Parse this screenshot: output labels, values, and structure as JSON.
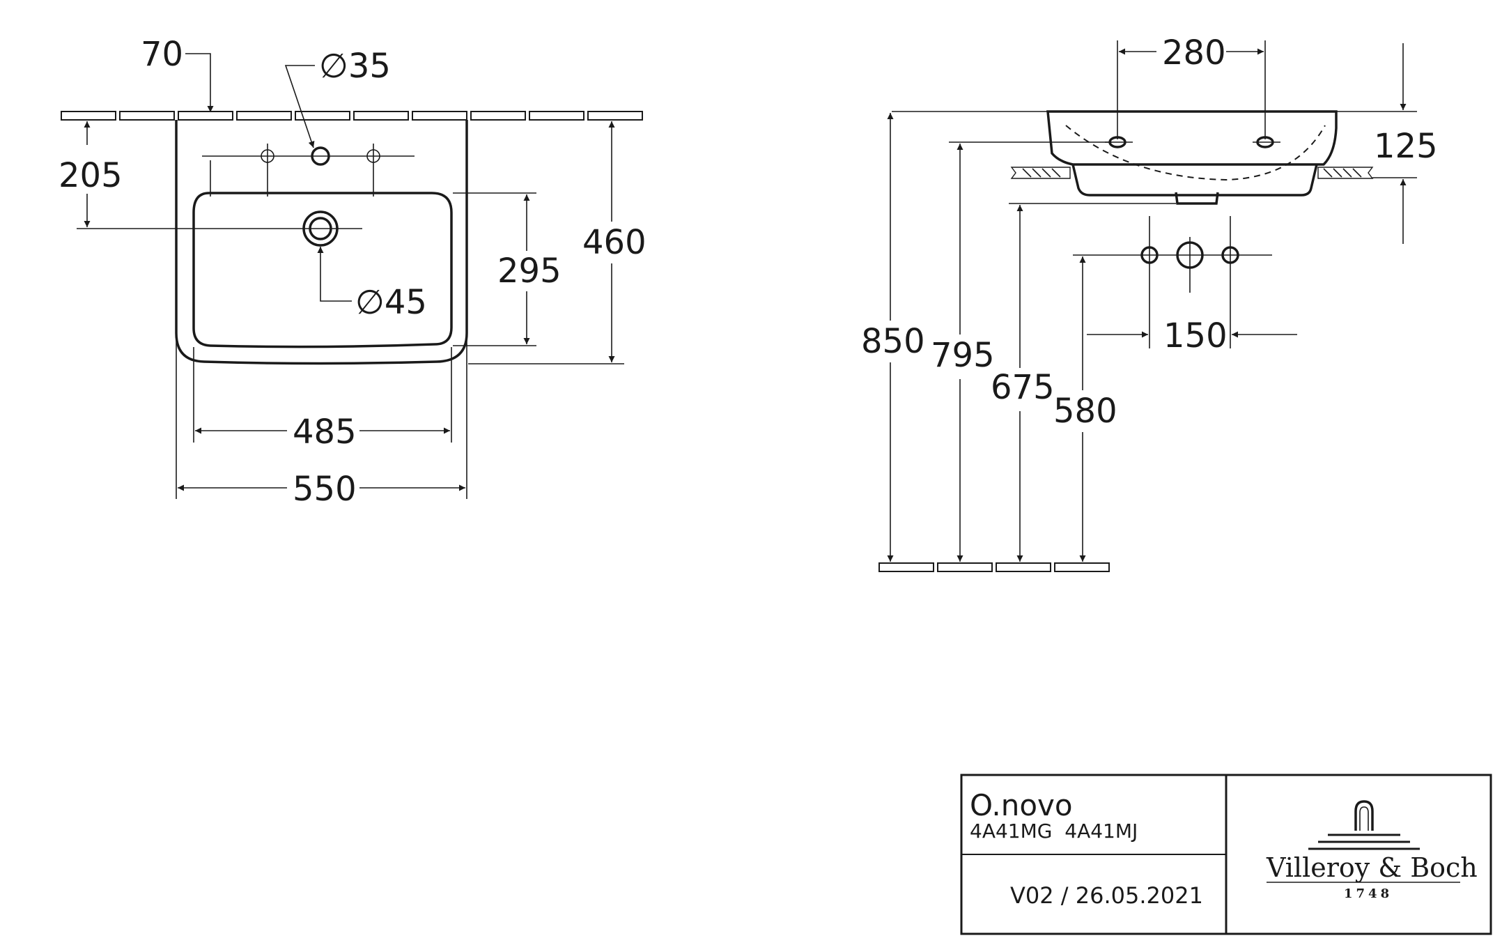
{
  "front_view": {
    "dim_tap_offset": "70",
    "dim_tap_hole": "∅35",
    "dim_top_to_drain": "205",
    "dim_drain_hole": "∅45",
    "dim_bowl_depth": "295",
    "dim_total_depth": "460",
    "dim_bowl_width": "485",
    "dim_total_width": "550"
  },
  "side_view": {
    "dim_fixing_distance": "280",
    "dim_rim_height": "125",
    "dim_height_850": "850",
    "dim_height_795": "795",
    "dim_height_675": "675",
    "dim_height_580": "580",
    "dim_supply_spacing": "150"
  },
  "title_block": {
    "product_name": "O.novo",
    "article_numbers": "4A41MG  4A41MJ",
    "version": "V02 / 26.05.2021",
    "brand_name": "Villeroy & Boch",
    "brand_year": "1748"
  },
  "colors": {
    "line": "#1a1a1a",
    "background": "#ffffff"
  }
}
